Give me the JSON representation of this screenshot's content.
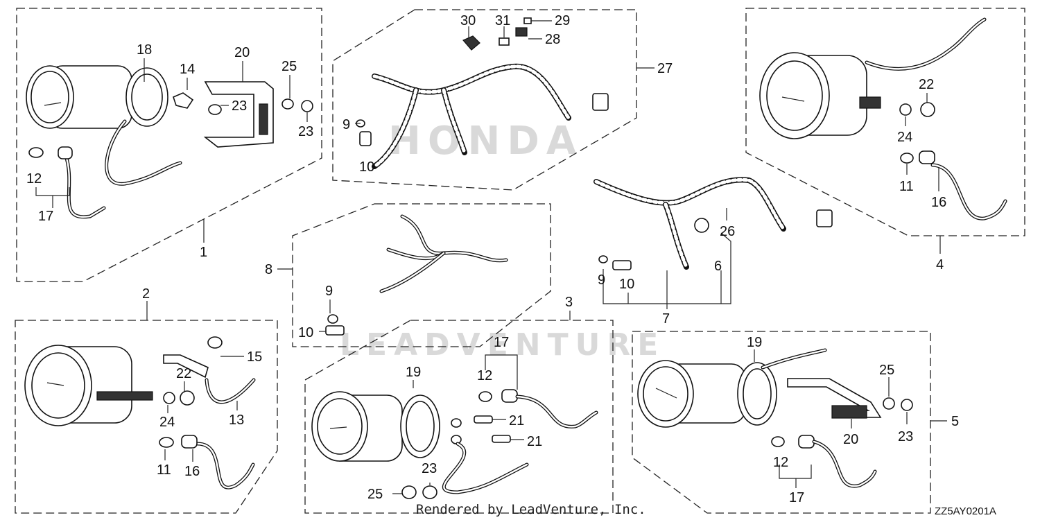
{
  "diagram": {
    "callouts": {
      "c1": "1",
      "c2": "2",
      "c3": "3",
      "c4": "4",
      "c5": "5",
      "c6": "6",
      "c7": "7",
      "c8": "8",
      "c9a": "9",
      "c9b": "9",
      "c9c": "9",
      "c10a": "10",
      "c10b": "10",
      "c10c": "10",
      "c11a": "11",
      "c11b": "11",
      "c12a": "12",
      "c12b": "12",
      "c12c": "12",
      "c13": "13",
      "c14": "14",
      "c15": "15",
      "c16a": "16",
      "c16b": "16",
      "c17a": "17",
      "c17b": "17",
      "c17c": "17",
      "c18": "18",
      "c19a": "19",
      "c19b": "19",
      "c20a": "20",
      "c20b": "20",
      "c21a": "21",
      "c21b": "21",
      "c22a": "22",
      "c22b": "22",
      "c23a": "23",
      "c23b": "23",
      "c23c": "23",
      "c23d": "23",
      "c24a": "24",
      "c24b": "24",
      "c25a": "25",
      "c25b": "25",
      "c25c": "25",
      "c26": "26",
      "c27": "27",
      "c28": "28",
      "c29": "29",
      "c30": "30",
      "c31": "31"
    },
    "diagram_code": "ZZ5AY0201A",
    "credit": "Rendered by LeadVenture, Inc.",
    "watermark": {
      "brand": "HONDA",
      "sub": "LEADVENTURE"
    },
    "colors": {
      "line": "#111111",
      "watermark": "#d9d9d9"
    }
  }
}
